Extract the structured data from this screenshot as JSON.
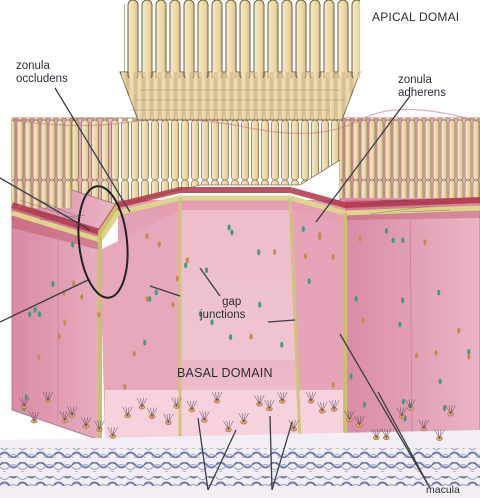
{
  "labels": {
    "apical_domain": "APICAL DOMAI",
    "zonula_occludens_line1": "zonula",
    "zonula_occludens_line2": "occludens",
    "zonula_adherens_line1": "zonula",
    "zonula_adherens_line2": "adherens",
    "gap_junctions_line1": "gap",
    "gap_junctions_line2": "junctions",
    "basal_domain": "BASAL DOMAIN",
    "bottom_right_partial": "macula"
  },
  "colors": {
    "cell_pink": "#e9b3c4",
    "cell_pink_dark": "#d893a9",
    "cell_pink_light": "#f3cfd9",
    "microvilli_cream": "#f1e2b6",
    "microvilli_outline": "#7b6a48",
    "junction_yellow": "#dcd58a",
    "junction_red": "#b3344a",
    "nucleus_green": "#3f9c7e",
    "basal_lamina_blue": "#7d88b3",
    "leader_line": "#3a3f47"
  }
}
